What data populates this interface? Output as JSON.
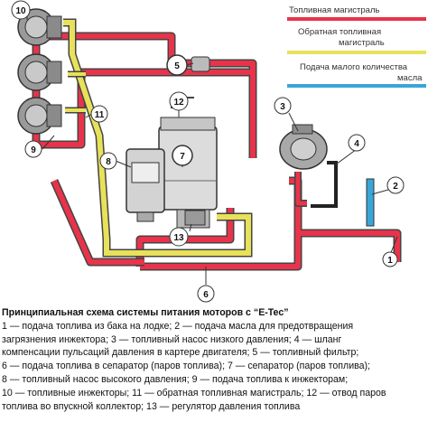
{
  "legend": [
    {
      "label": "Топливная магистраль",
      "color": "#e8334a"
    },
    {
      "label": "Обратная топливная магистраль",
      "color": "#e8e15a"
    },
    {
      "label": "Подача малого количества масла",
      "color": "#3aa6d8"
    }
  ],
  "callouts": [
    "1",
    "2",
    "3",
    "4",
    "5",
    "6",
    "7",
    "8",
    "9",
    "10",
    "11",
    "12",
    "13"
  ],
  "caption": {
    "title": "Принципиальная схема системы питания моторов с “E-Tec”",
    "lines": [
      "1 — подача топлива из бака на лодке; 2 — подача масла для предотвращения",
      "загрязнения инжектора; 3 — топливный насос низкого давления; 4 — шланг",
      "компенсации пульсаций давления в картере двигателя; 5 — топливный фильтр;",
      "6 — подача топлива в сепаратор (паров топлива); 7 — сепаратор (паров топлива);",
      "8 — топливный насос высокого давления; 9 — подача топлива к инжекторам;",
      "10 — топливные инжекторы; 11 — обратная топливная магистраль; 12 — отвод паров",
      "топлива во впускной коллектор; 13 — регулятор давления топлива"
    ]
  }
}
